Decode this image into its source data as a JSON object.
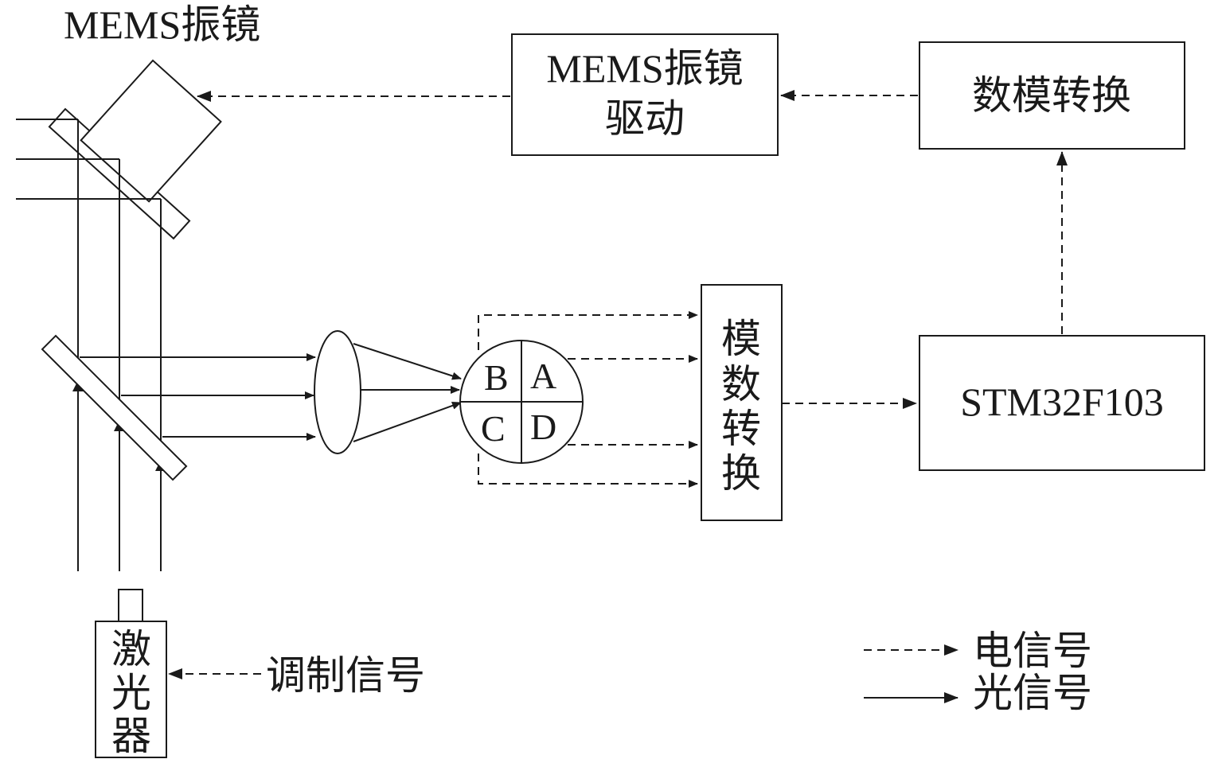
{
  "labels": {
    "mems_mirror": "MEMS振镜",
    "mems_driver_line1": "MEMS振镜",
    "mems_driver_line2": "驱动",
    "dac": "数模转换",
    "adc_chars": [
      "模",
      "数",
      "转",
      "换"
    ],
    "mcu": "STM32F103",
    "quadrants": [
      "B",
      "A",
      "C",
      "D"
    ],
    "laser_chars": [
      "激",
      "光",
      "器"
    ],
    "modulation_signal": "调制信号"
  },
  "legend": {
    "electric_signal": "电信号",
    "optical_signal": "光信号"
  }
}
